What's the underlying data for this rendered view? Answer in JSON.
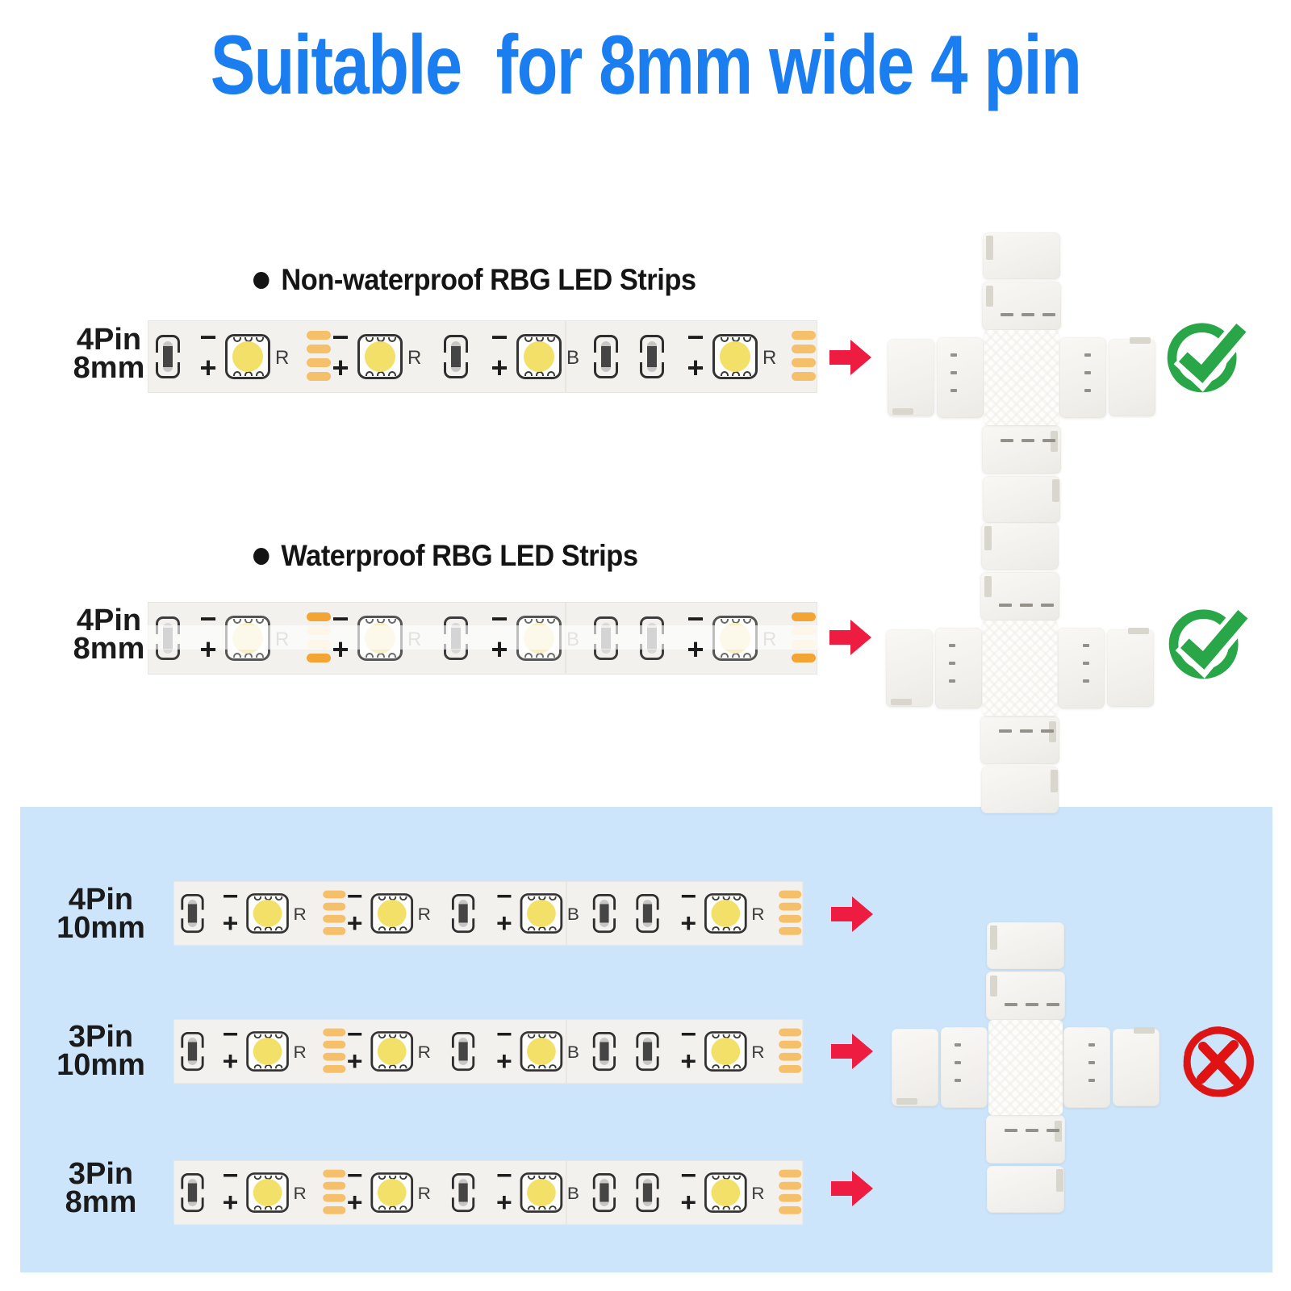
{
  "title": "Suitable  for 8mm wide 4 pin",
  "sections": [
    {
      "bullet": "●",
      "header": "Non-waterproof RBG LED Strips",
      "result": "compatible"
    },
    {
      "bullet": "●",
      "header": "Waterproof RBG LED Strips",
      "result": "compatible"
    }
  ],
  "rows": [
    {
      "pin": "4Pin",
      "size": "8mm",
      "strip": "non-waterproof",
      "result": "compatible"
    },
    {
      "pin": "4Pin",
      "size": "8mm",
      "strip": "waterproof",
      "result": "compatible"
    },
    {
      "pin": "4Pin",
      "size": "10mm",
      "strip": "non-waterproof",
      "result": "incompatible"
    },
    {
      "pin": "3Pin",
      "size": "10mm",
      "strip": "non-waterproof",
      "result": "incompatible"
    },
    {
      "pin": "3Pin",
      "size": "8mm",
      "strip": "non-waterproof",
      "result": "incompatible"
    }
  ],
  "strip": {
    "minus": "−",
    "plus": "+",
    "led_letters": [
      "R",
      "R",
      "B",
      "R"
    ],
    "pattern": [
      "resistor",
      "led",
      "pads",
      "led",
      "resistor",
      "led",
      "resistor",
      "resistor",
      "led",
      "pads"
    ]
  },
  "colors": {
    "title_blue": "#1a7df0",
    "panel_blue": "#cde5fb",
    "strip_bg": "#f2f1ee",
    "pad_orange": "#f6bf69",
    "pad_orange_dark": "#f3a433",
    "pad_orange_pale": "#fbe7c4",
    "led_yellow": "#f3e069",
    "led_yellow_wp": "#f8efc7",
    "arrow_red": "#ee1c40",
    "check_green": "#28a648",
    "cross_red": "#dd1414",
    "ink": "#151515"
  }
}
